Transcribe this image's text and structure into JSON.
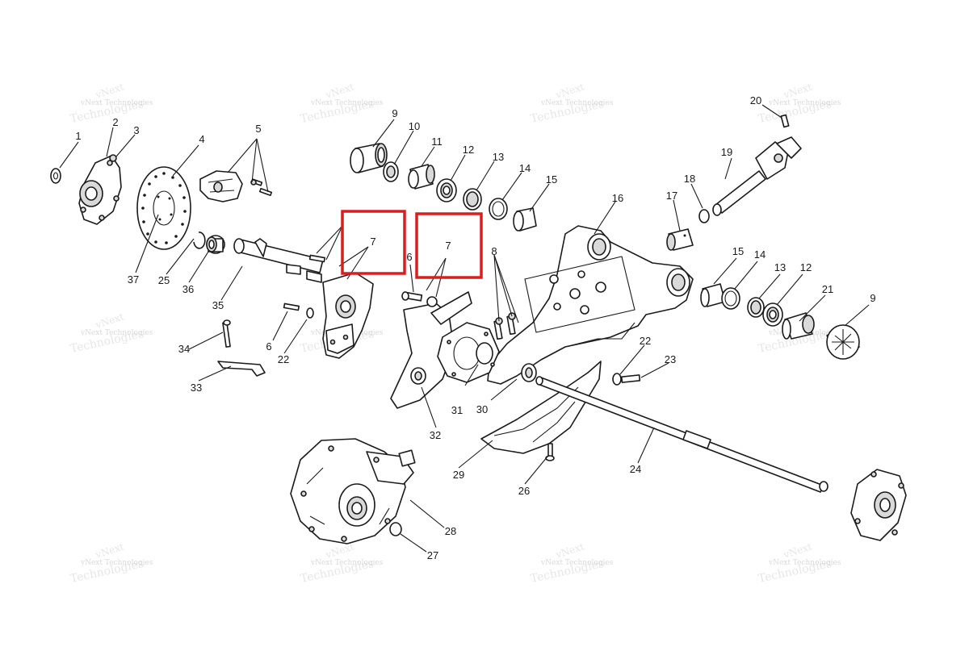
{
  "watermark": {
    "small_text": "vNext Technologies",
    "big_line1": "vNext",
    "big_line2": "Technologies"
  },
  "highlight_color": "#d81e1e",
  "callouts": [
    {
      "id": "c1",
      "label": "1"
    },
    {
      "id": "c2",
      "label": "2"
    },
    {
      "id": "c3",
      "label": "3"
    },
    {
      "id": "c4",
      "label": "4"
    },
    {
      "id": "c5",
      "label": "5"
    },
    {
      "id": "c6a",
      "label": "6"
    },
    {
      "id": "c6b",
      "label": "6"
    },
    {
      "id": "c7a",
      "label": "7"
    },
    {
      "id": "c7b",
      "label": "7"
    },
    {
      "id": "c8",
      "label": "8"
    },
    {
      "id": "c9a",
      "label": "9"
    },
    {
      "id": "c9b",
      "label": "9"
    },
    {
      "id": "c10",
      "label": "10"
    },
    {
      "id": "c11",
      "label": "11"
    },
    {
      "id": "c12a",
      "label": "12"
    },
    {
      "id": "c12b",
      "label": "12"
    },
    {
      "id": "c13a",
      "label": "13"
    },
    {
      "id": "c13b",
      "label": "13"
    },
    {
      "id": "c14a",
      "label": "14"
    },
    {
      "id": "c14b",
      "label": "14"
    },
    {
      "id": "c15a",
      "label": "15"
    },
    {
      "id": "c15b",
      "label": "15"
    },
    {
      "id": "c16",
      "label": "16"
    },
    {
      "id": "c17",
      "label": "17"
    },
    {
      "id": "c18",
      "label": "18"
    },
    {
      "id": "c19",
      "label": "19"
    },
    {
      "id": "c20",
      "label": "20"
    },
    {
      "id": "c21",
      "label": "21"
    },
    {
      "id": "c22a",
      "label": "22"
    },
    {
      "id": "c22b",
      "label": "22"
    },
    {
      "id": "c23",
      "label": "23"
    },
    {
      "id": "c24",
      "label": "24"
    },
    {
      "id": "c25",
      "label": "25"
    },
    {
      "id": "c26",
      "label": "26"
    },
    {
      "id": "c27",
      "label": "27"
    },
    {
      "id": "c28",
      "label": "28"
    },
    {
      "id": "c29",
      "label": "29"
    },
    {
      "id": "c30",
      "label": "30"
    },
    {
      "id": "c31",
      "label": "31"
    },
    {
      "id": "c32",
      "label": "32"
    },
    {
      "id": "c33",
      "label": "33"
    },
    {
      "id": "c34",
      "label": "34"
    },
    {
      "id": "c35",
      "label": "35"
    },
    {
      "id": "c36",
      "label": "36"
    },
    {
      "id": "c37",
      "label": "37"
    }
  ]
}
